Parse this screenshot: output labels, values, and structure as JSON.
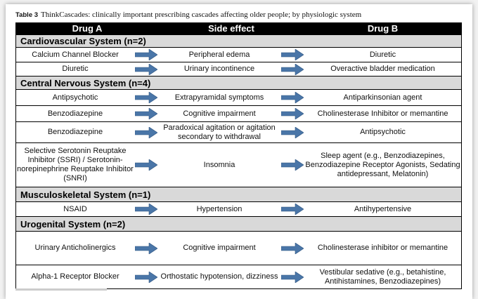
{
  "caption": {
    "label": "Table 3",
    "text": "ThinkCascades: clinically important prescribing cascades affecting older people; by physiologic system"
  },
  "header": {
    "drug_a": "Drug A",
    "side_effect": "Side effect",
    "drug_b": "Drug B"
  },
  "arrow_color": "#4a76a8",
  "sections": [
    {
      "title": "Cardiovascular System (n=2)",
      "rows": [
        {
          "a": "Calcium Channel Blocker",
          "s": "Peripheral edema",
          "b": "Diuretic"
        },
        {
          "a": "Diuretic",
          "s": "Urinary incontinence",
          "b": "Overactive bladder medication"
        }
      ]
    },
    {
      "title": "Central Nervous System (n=4)",
      "rows": [
        {
          "a": "Antipsychotic",
          "s": "Extrapyramidal symptoms",
          "b": "Antiparkinsonian agent"
        },
        {
          "a": "Benzodiazepine",
          "s": "Cognitive impairment",
          "b": "Cholinesterase Inhibitor or memantine"
        },
        {
          "a": "Benzodiazepine",
          "s": "Paradoxical agitation or agitation secondary to withdrawal",
          "b": "Antipsychotic"
        },
        {
          "a": "Selective Serotonin Reuptake Inhibitor (SSRI) / Serotonin-norepinephrine Reuptake Inhibitor (SNRI)",
          "s": "Insomnia",
          "b": "Sleep agent (e.g., Benzodiazepines, Benzodiazepine Receptor Agonists, Sedating antidepressant, Melatonin)"
        }
      ]
    },
    {
      "title": "Musculoskeletal System (n=1)",
      "rows": [
        {
          "a": "NSAID",
          "s": "Hypertension",
          "b": "Antihypertensive"
        }
      ]
    },
    {
      "title": "Urogenital System (n=2)",
      "rows": [
        {
          "a": "Urinary Anticholinergics",
          "s": "Cognitive impairment",
          "b": "Cholinesterase inhibitor or memantine"
        },
        {
          "a": "Alpha-1 Receptor Blocker",
          "s": "Orthostatic hypotension, dizziness",
          "b": "Vestibular sedative (e.g., betahistine, Antihistamines, Benzodiazepines)"
        }
      ]
    }
  ]
}
